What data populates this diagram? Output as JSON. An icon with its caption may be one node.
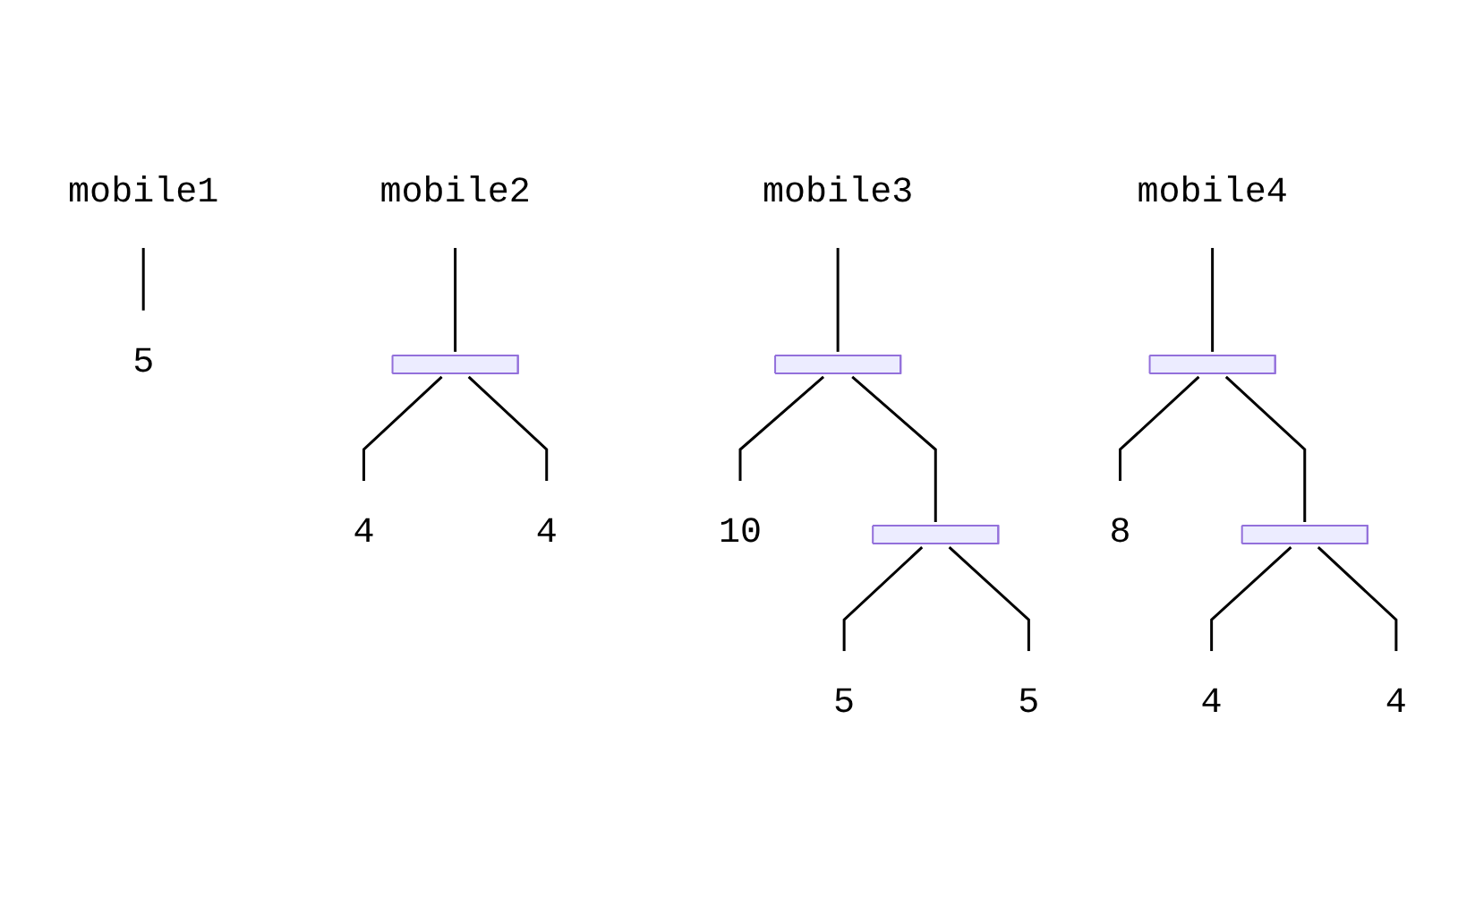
{
  "diagram": {
    "nodes": [
      {
        "text": [
          "mobile1"
        ]
      },
      {
        "text": [
          "5"
        ]
      },
      {
        "text": [
          "mobile2"
        ]
      },
      {
        "text": [],
        "shape": "bar"
      },
      {
        "text": [
          "4"
        ]
      },
      {
        "text": [
          "4"
        ]
      },
      {
        "text": [
          "mobile3"
        ]
      },
      {
        "text": [],
        "shape": "bar"
      },
      {
        "text": [
          "10"
        ]
      },
      {
        "text": [],
        "shape": "bar"
      },
      {
        "text": [
          "5"
        ]
      },
      {
        "text": [
          "5"
        ]
      },
      {
        "text": [
          "mobile4"
        ]
      },
      {
        "text": [],
        "shape": "bar"
      },
      {
        "text": [
          "8"
        ]
      },
      {
        "text": [],
        "shape": "bar"
      },
      {
        "text": [
          "4"
        ]
      },
      {
        "text": [
          "4"
        ]
      }
    ],
    "edges": [
      {
        "from": 0,
        "to": 1,
        "arrow": "none"
      },
      {
        "from": 2,
        "to": 3,
        "arrow": "none"
      },
      {
        "from": 3,
        "to": 4,
        "arrow": "none"
      },
      {
        "from": 3,
        "to": 5,
        "arrow": "none"
      },
      {
        "from": 6,
        "to": 7,
        "arrow": "none"
      },
      {
        "from": 7,
        "to": 8,
        "arrow": "none"
      },
      {
        "from": 7,
        "to": 9,
        "arrow": "none"
      },
      {
        "from": 9,
        "to": 10,
        "arrow": "none"
      },
      {
        "from": 9,
        "to": 11,
        "arrow": "none"
      },
      {
        "from": 12,
        "to": 13,
        "arrow": "none"
      },
      {
        "from": 13,
        "to": 14,
        "arrow": "none"
      },
      {
        "from": 13,
        "to": 15,
        "arrow": "none"
      },
      {
        "from": 15,
        "to": 16,
        "arrow": "none"
      },
      {
        "from": 15,
        "to": 17,
        "arrow": "none"
      }
    ]
  }
}
